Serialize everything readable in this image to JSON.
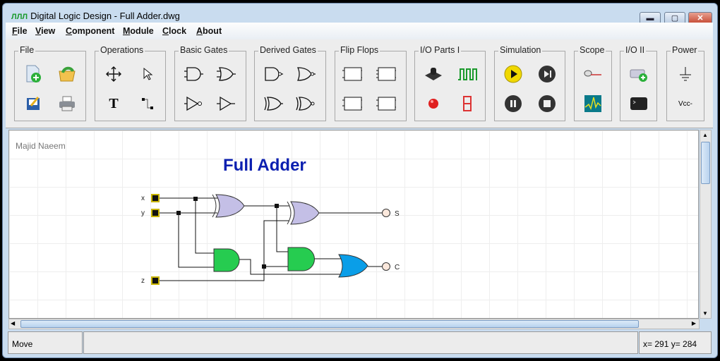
{
  "window": {
    "title": "Digital Logic Design - Full Adder.dwg",
    "logo": "ЛЛЛ",
    "minimize": "▬",
    "maximize": "▢",
    "close": "✕"
  },
  "menu": [
    "File",
    "View",
    "Component",
    "Module",
    "Clock",
    "About"
  ],
  "toolbar": {
    "groups": [
      "File",
      "Operations",
      "Basic Gates",
      "Derived Gates",
      "Flip Flops",
      "I/O Parts I",
      "Simulation",
      "Scope",
      "I/O II",
      "Power"
    ],
    "vcc_label": "Vcc-",
    "text_tool": "T"
  },
  "canvas": {
    "author": "Majid Naeem",
    "heading": "Full Adder",
    "heading_color": "#0b1fb0",
    "inputs": [
      "x",
      "y",
      "z"
    ],
    "outputs": [
      "S",
      "C"
    ],
    "colors": {
      "xor": "#c4bfe6",
      "and": "#26cc50",
      "or": "#0a9ee8"
    }
  },
  "status": {
    "mode": "Move",
    "middle": "",
    "coords": "x= 291  y= 284"
  }
}
